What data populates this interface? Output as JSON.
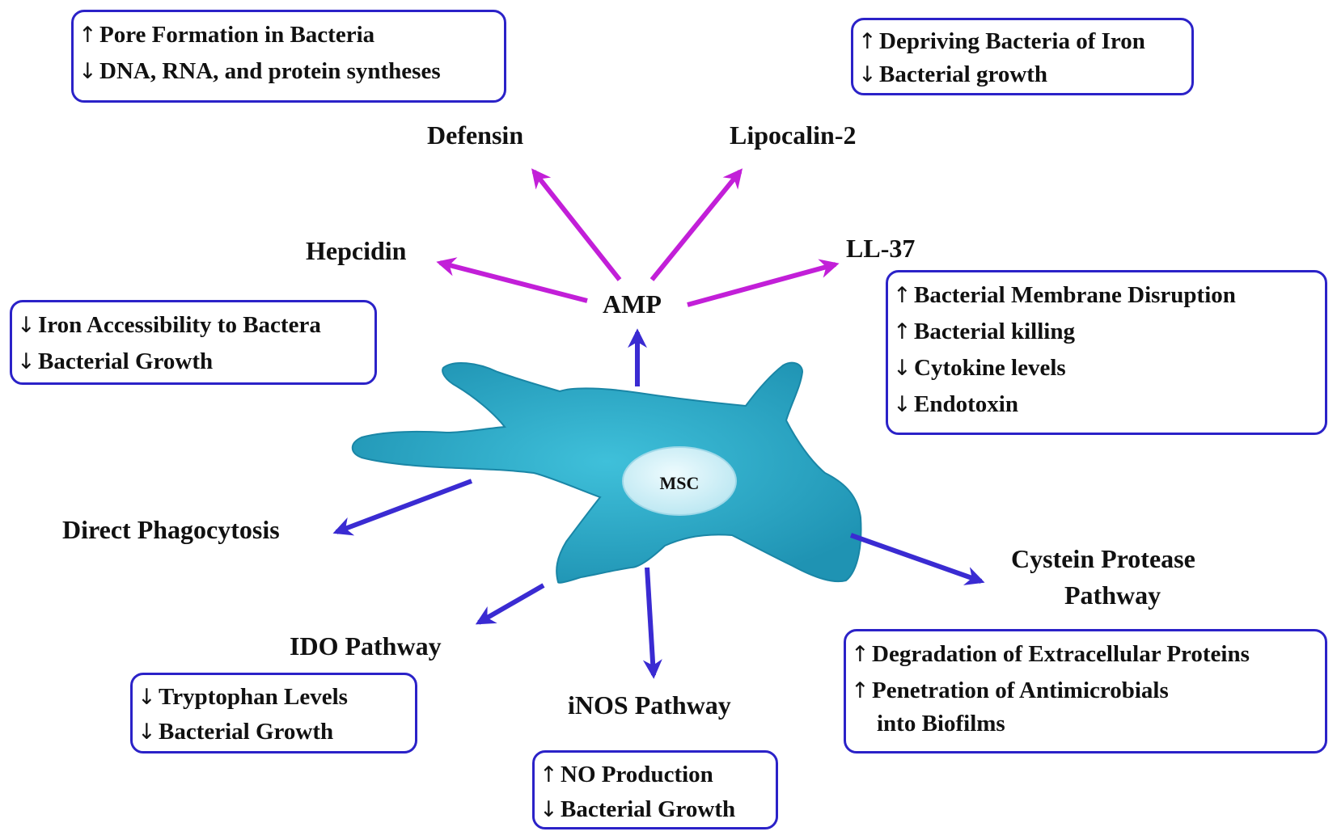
{
  "colors": {
    "amp_arrow": "#c21fd8",
    "pathway_arrow": "#3a2bd2",
    "box_border": "#2b22c8",
    "cell_fill": "#2aa7c4",
    "nucleus_fill": "#d4f1f8"
  },
  "cell": {
    "nucleus_label": "MSC"
  },
  "amp": {
    "label": "AMP"
  },
  "labels": {
    "defensin": "Defensin",
    "lipocalin": "Lipocalin-2",
    "hepcidin": "Hepcidin",
    "ll37": "LL-37",
    "phagocytosis": "Direct Phagocytosis",
    "cystein_line1": "Cystein Protease",
    "cystein_line2": "Pathway",
    "ido": "IDO Pathway",
    "inos": "iNOS Pathway"
  },
  "boxes": {
    "defensin": [
      {
        "arrow": "↑",
        "text": "Pore Formation in Bacteria"
      },
      {
        "arrow": "↓",
        "text": "DNA, RNA, and protein syntheses"
      }
    ],
    "lipocalin": [
      {
        "arrow": "↑",
        "text": "Depriving Bacteria of Iron"
      },
      {
        "arrow": "↓",
        "text": "Bacterial growth"
      }
    ],
    "hepcidin": [
      {
        "arrow": "↓",
        "text": "Iron Accessibility to Bactera"
      },
      {
        "arrow": "↓",
        "text": "Bacterial Growth"
      }
    ],
    "ll37": [
      {
        "arrow": "↑",
        "text": "Bacterial Membrane Disruption"
      },
      {
        "arrow": "↑",
        "text": "Bacterial killing"
      },
      {
        "arrow": "↓",
        "text": "Cytokine levels"
      },
      {
        "arrow": "↓",
        "text": "Endotoxin"
      }
    ],
    "cystein": [
      {
        "arrow": "↑",
        "text": "Degradation of Extracellular Proteins"
      },
      {
        "arrow": "↑",
        "text": "Penetration of Antimicrobials"
      },
      {
        "arrow": "",
        "text": "into Biofilms"
      }
    ],
    "ido": [
      {
        "arrow": "↓",
        "text": "Tryptophan Levels"
      },
      {
        "arrow": "↓",
        "text": "Bacterial Growth"
      }
    ],
    "inos": [
      {
        "arrow": "↑",
        "text": "NO Production"
      },
      {
        "arrow": "↓",
        "text": "Bacterial Growth"
      }
    ]
  }
}
